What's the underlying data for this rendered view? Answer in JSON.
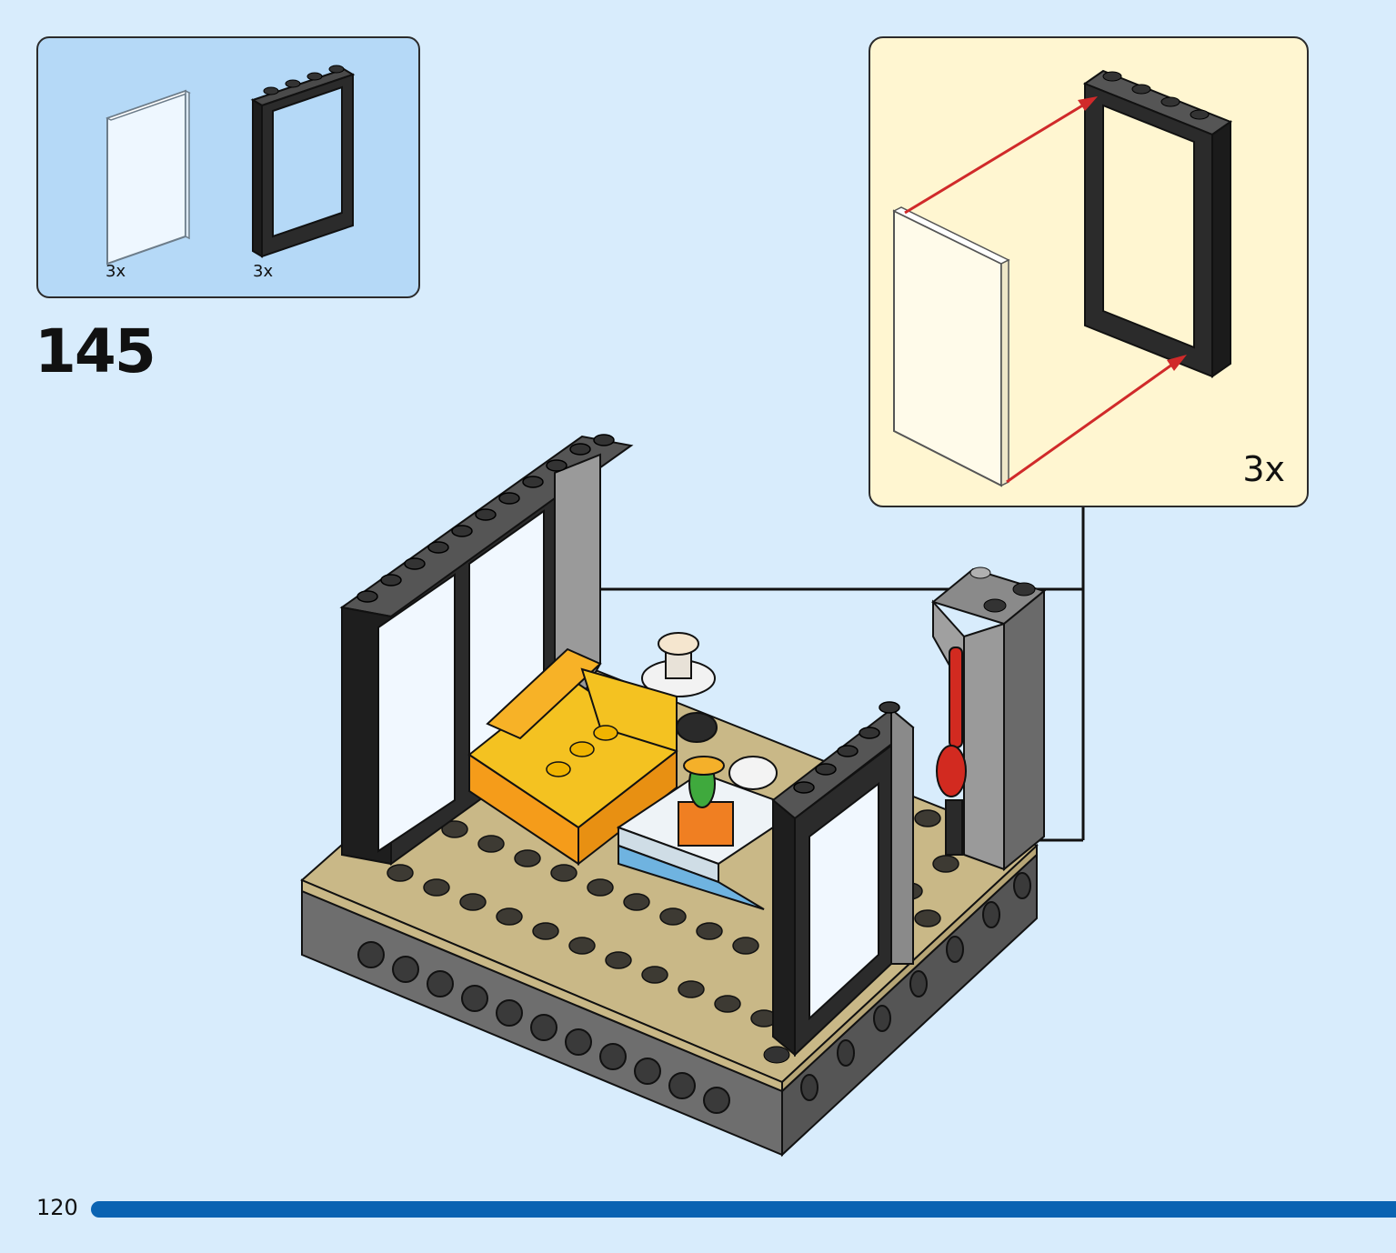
{
  "page_number": "120",
  "step": {
    "number": "145"
  },
  "parts_list": {
    "items": [
      {
        "part": "glass-pane",
        "quantity": "3x"
      },
      {
        "part": "black-window-frame",
        "quantity": "3x"
      }
    ]
  },
  "callout": {
    "repeat": "3x"
  },
  "progress": {
    "fraction": 1.0
  },
  "colors": {
    "background": "#d8ecfc",
    "parts_box": "#b5d9f7",
    "callout_box": "#fff6d1",
    "progress_bar": "#0a63b2",
    "arrow_red": "#d02a2a",
    "frame_black": "#2a2a2a",
    "tan_plate": "#c9b887",
    "sofa_yellow": "#f4c221"
  }
}
